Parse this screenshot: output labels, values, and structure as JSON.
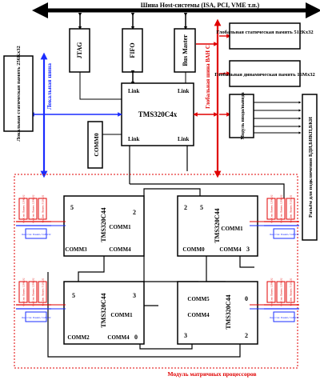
{
  "colors": {
    "black": "#000000",
    "red": "#e00000",
    "blue": "#1a2cff",
    "white": "#ffffff"
  },
  "bus": {
    "host_title": "Шина Host-системы (ISA, PCI, VME т.п.)",
    "local_bus": "Локальная шина",
    "global_bus": "Глобальная шина ВАН С"
  },
  "memory": {
    "local_static": "Локальная статическая память 256Kx32",
    "global_static": "Глобальная статическая память 512Кх32",
    "global_dynamic": "Глобальная динамическая память 16Мх32",
    "io_module": "Модуль ввода/вывода",
    "connector": "Разъём для подключения БДИ,БИКП,БКИ"
  },
  "top_blocks": {
    "jtag": "JTAG",
    "fifo": "FIFO",
    "bus_master": "Bus Master",
    "comm0": "COMM0"
  },
  "main_cpu": {
    "name": "TMS320C4x",
    "link": "Link"
  },
  "matrix": {
    "title": "Модуль матричных процессоров",
    "chip_name": "TMS320C44",
    "comm1": "COMM1",
    "comm3": "COMM3",
    "comm4": "COMM4",
    "comm2": "COMM2",
    "comm0": "COMM0",
    "comm5": "COMM5",
    "p0": "0",
    "p2": "2",
    "p3": "3",
    "p5": "5"
  },
  "small_mem": {
    "static": "Ст. Стат. Память 128Кх32",
    "dynamic": "Ст. Дин. Память 512Кх32",
    "local": "Лок. Стат. Память 512Кх32"
  }
}
